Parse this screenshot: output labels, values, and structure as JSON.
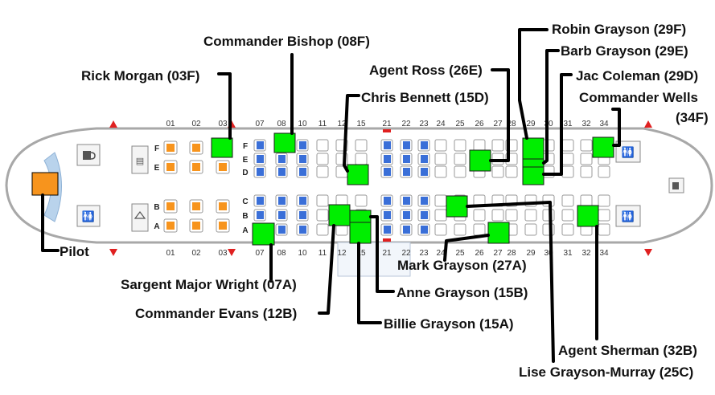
{
  "seat_numbers": {
    "left_labels": [
      "01",
      "02",
      "03"
    ],
    "main_labels": [
      "07",
      "08",
      "10",
      "11",
      "12",
      "15",
      "21",
      "22",
      "23",
      "24",
      "25",
      "26",
      "27",
      "28",
      "29",
      "30",
      "31",
      "32",
      "34"
    ],
    "upper_rows": [
      "F",
      "E",
      "D"
    ],
    "lower_rows": [
      "C",
      "B",
      "A"
    ],
    "front_upper_rows": [
      "F",
      "E"
    ],
    "front_lower_rows": [
      "B",
      "A"
    ]
  },
  "labels": {
    "commander_bishop": "Commander Bishop (08F)",
    "robin_grayson": "Robin Grayson (29F)",
    "barb_grayson": "Barb Grayson (29E)",
    "agent_ross": "Agent Ross (26E)",
    "rick_morgan": "Rick Morgan (03F)",
    "jac_coleman": "Jac Coleman (29D)",
    "chris_bennett": "Chris Bennett (15D)",
    "commander_wells_line1": "Commander Wells",
    "commander_wells_line2": "(34F)",
    "pilot": "Pilot",
    "mark_grayson": "Mark Grayson (27A)",
    "sargent_major_wright": "Sargent Major Wright (07A)",
    "anne_grayson": "Anne Grayson (15B)",
    "commander_evans": "Commander Evans (12B)",
    "billie_grayson": "Billie Grayson (15A)",
    "agent_sherman": "Agent Sherman (32B)",
    "lise_grayson_murray": "Lise Grayson-Murray (25C)"
  },
  "colors": {
    "marker": "#00ee00",
    "pilot_marker": "#f7941d",
    "economy_seat": "#3a6fd8",
    "first_class_seat": "#f7941d",
    "exit_arrow": "#e02020",
    "leader_line": "#000000"
  }
}
